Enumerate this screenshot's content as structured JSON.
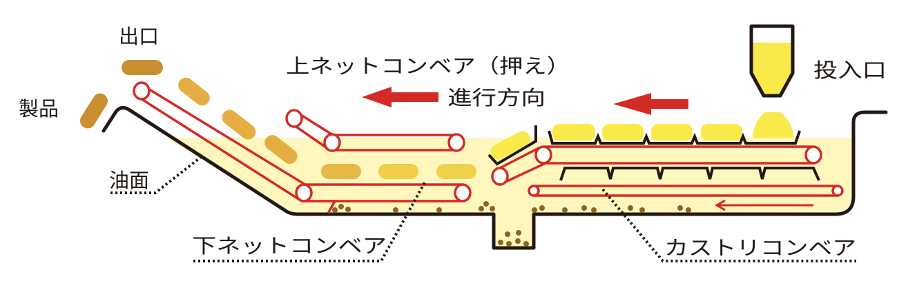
{
  "labels": {
    "outlet": "出口",
    "product": "製品",
    "upper_net_conveyor": "上ネットコンベア（押え）",
    "direction": "進行方向",
    "oil_surface": "油面",
    "lower_net_conveyor": "下ネットコンベア",
    "inlet": "投入口",
    "debris_conveyor": "カストリコンベア"
  },
  "colors": {
    "oil": "#fff7bd",
    "product_fried": "#c98f30",
    "product_mid": "#e6ad42",
    "product_raw": "#f9e94a",
    "conveyor": "#d42a26",
    "crumbs": "#8a6520",
    "outline": "#231815"
  }
}
